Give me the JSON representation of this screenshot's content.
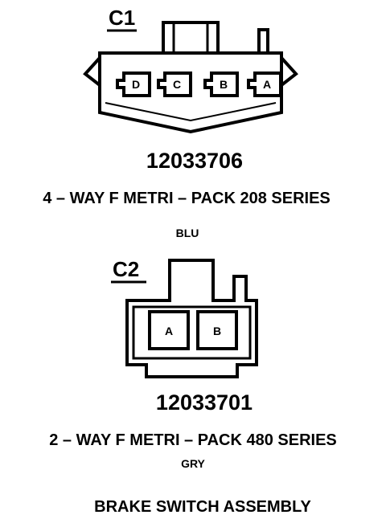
{
  "diagram": {
    "connectors": [
      {
        "label": "C1",
        "part_number": "12033706",
        "description": "4 – WAY F METRI – PACK 208 SERIES",
        "color": "BLU",
        "terminals": [
          "D",
          "C",
          "B",
          "A"
        ]
      },
      {
        "label": "C2",
        "part_number": "12033701",
        "description": "2 – WAY F METRI – PACK 480 SERIES",
        "color": "GRY",
        "terminals": [
          "A",
          "B"
        ]
      }
    ],
    "title": "BRAKE SWITCH ASSEMBLY"
  }
}
